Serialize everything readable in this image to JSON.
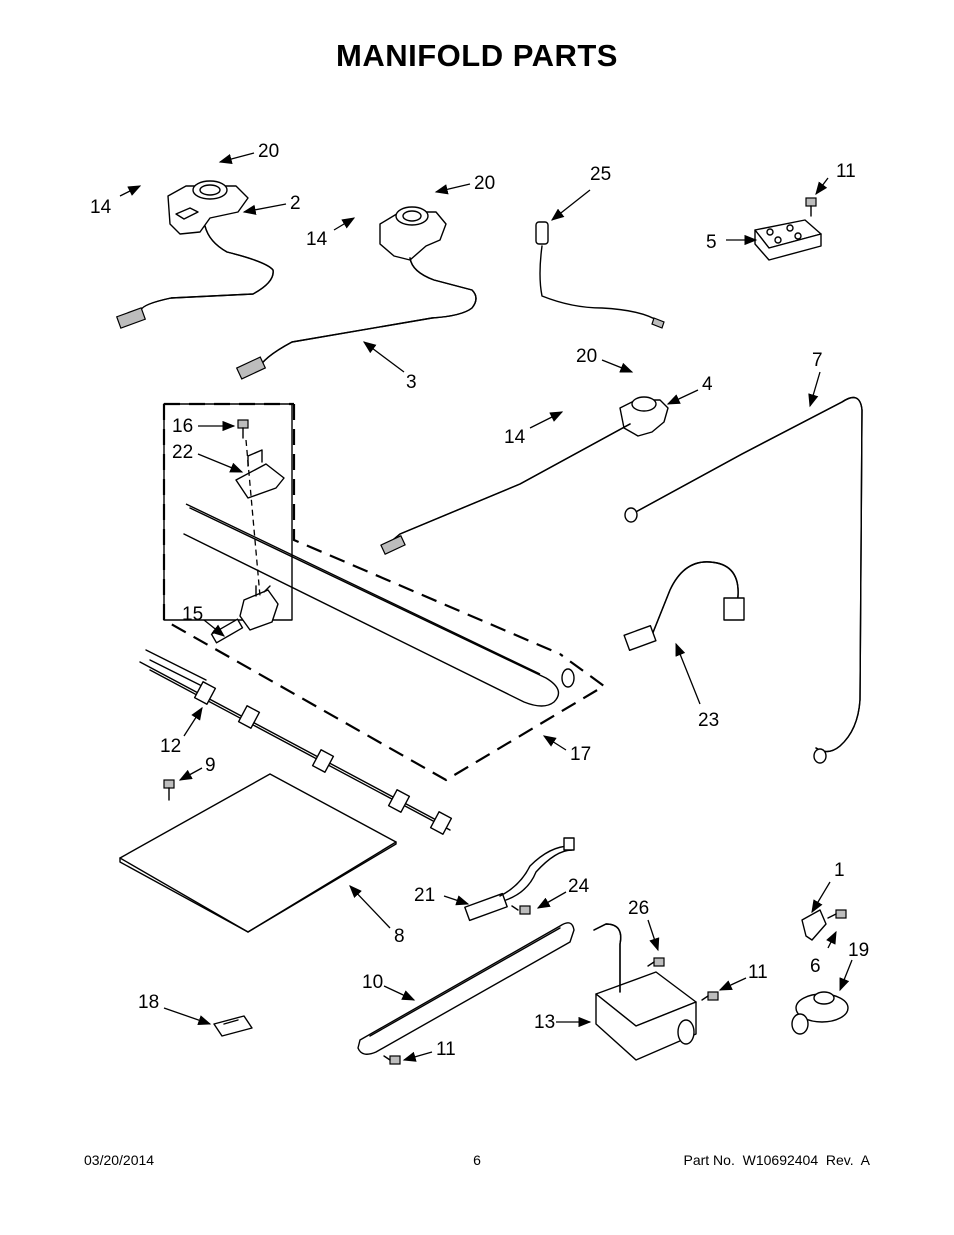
{
  "title": "MANIFOLD PARTS",
  "footer": {
    "date": "03/20/2014",
    "page": "6",
    "part_number": "Part No.  W10692404  Rev.  A"
  },
  "callouts": [
    "20",
    "2",
    "14",
    "20",
    "14",
    "3",
    "25",
    "11",
    "5",
    "20",
    "4",
    "14",
    "7",
    "16",
    "22",
    "15",
    "12",
    "17",
    "23",
    "9",
    "8",
    "1",
    "21",
    "24",
    "26",
    "6",
    "19",
    "10",
    "11",
    "13",
    "18",
    "11"
  ]
}
